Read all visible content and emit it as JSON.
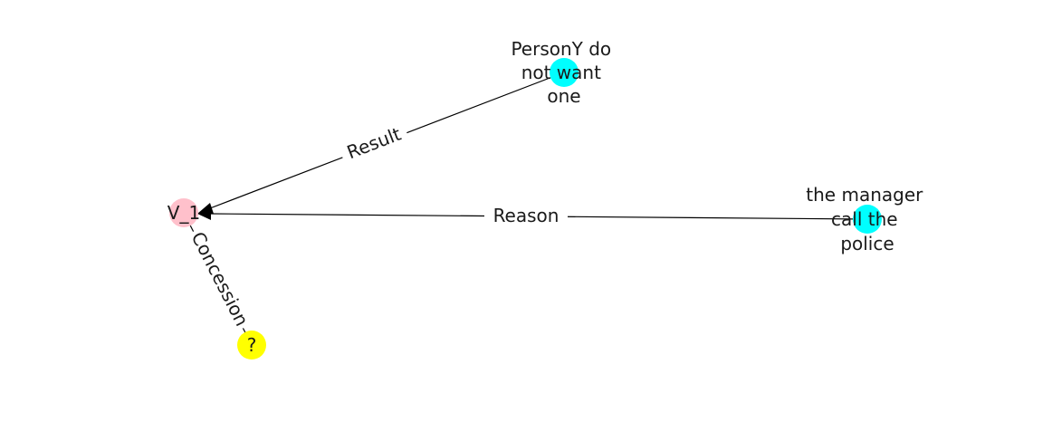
{
  "graph": {
    "nodes": [
      {
        "id": "v1",
        "label": "V_1",
        "color": "#ffc0cb"
      },
      {
        "id": "persony",
        "label_lines": [
          "PersonY do",
          "not want",
          "one"
        ],
        "color": "#00ffff"
      },
      {
        "id": "manager",
        "label_lines": [
          "the manager",
          "call the",
          "police"
        ],
        "color": "#00ffff"
      },
      {
        "id": "unknown",
        "label": "?",
        "color": "#ffff00"
      }
    ],
    "edges": [
      {
        "from": "persony",
        "to": "v1",
        "label": "Result",
        "arrow": true
      },
      {
        "from": "manager",
        "to": "v1",
        "label": "Reason",
        "arrow": true
      },
      {
        "from": "unknown",
        "to": "v1",
        "label": "Concession",
        "arrow": false
      }
    ]
  }
}
